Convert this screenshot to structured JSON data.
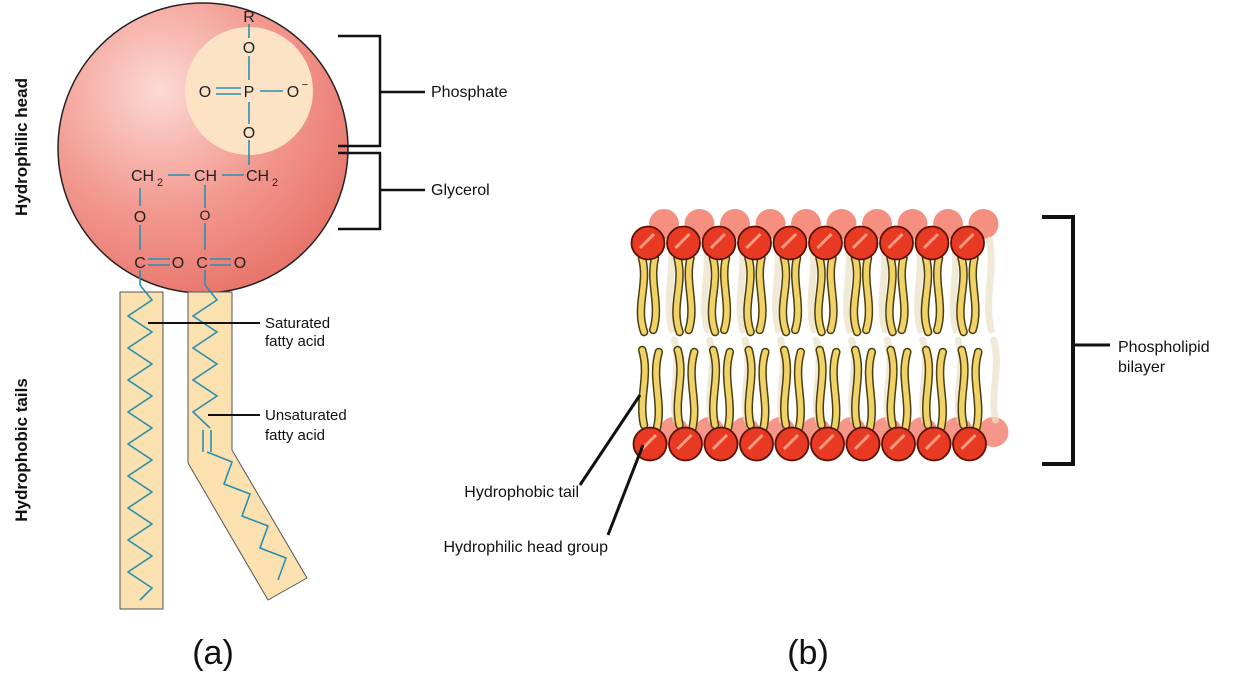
{
  "panel_a": {
    "label": "(a)",
    "side_labels": {
      "head": "Hydrophilic head",
      "tails": "Hydrophobic tails"
    },
    "chemistry": {
      "R": "R",
      "O": "O",
      "P": "P",
      "O_minus": "O",
      "minus": "−",
      "C": "C",
      "CH": "CH",
      "CH2": "CH",
      "sub2": "2"
    },
    "callouts": {
      "phosphate": "Phosphate",
      "glycerol": "Glycerol",
      "saturated_line1": "Saturated",
      "saturated_line2": "fatty acid",
      "unsaturated_line1": "Unsaturated",
      "unsaturated_line2": "fatty acid"
    },
    "colors": {
      "head": "#f08a82",
      "phosphate_circle": "#fde3c6",
      "tail_fill": "#fbe0b0",
      "bond": "#2a8fb0"
    }
  },
  "panel_b": {
    "label": "(b)",
    "callouts": {
      "bilayer_line1": "Phospholipid",
      "bilayer_line2": "bilayer",
      "tail": "Hydrophobic tail",
      "head": "Hydrophilic head group"
    },
    "colors": {
      "head": "#e83a22",
      "tail": "#f1d266"
    }
  }
}
